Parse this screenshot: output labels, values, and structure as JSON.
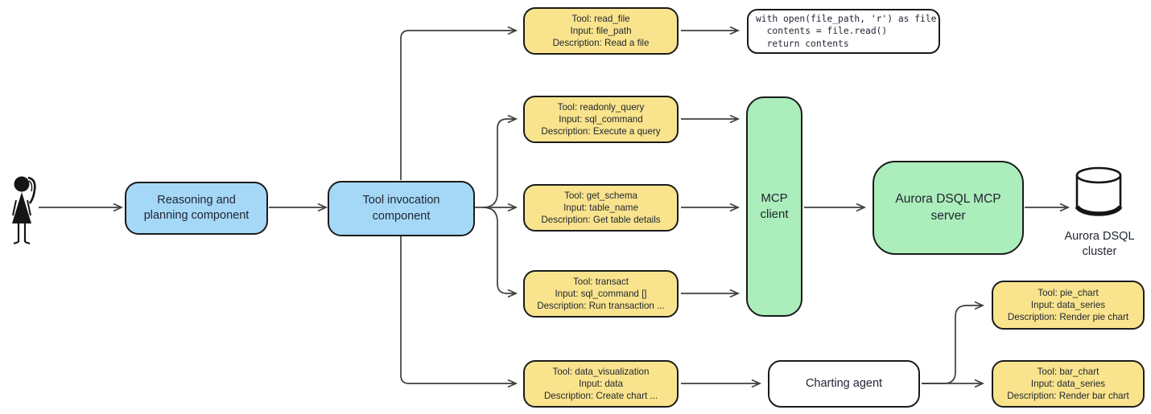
{
  "colors": {
    "bg": "#ffffff",
    "blue": "#a5d8f7",
    "yellow": "#f9e48d",
    "green": "#abedbb",
    "whitebox": "#ffffff",
    "border": "#1b1b1b",
    "arrow": "#3f3f3f",
    "text": "#1f2430"
  },
  "nodes": {
    "reasoning": {
      "label": "Reasoning and planning component"
    },
    "invocation": {
      "label": "Tool invocation component"
    },
    "read_file": {
      "tool": "Tool: read_file",
      "input": "Input: file_path",
      "description": "Description: Read a file"
    },
    "readonly_query": {
      "tool": "Tool: readonly_query",
      "input": "Input: sql_command",
      "description": "Description: Execute a query"
    },
    "get_schema": {
      "tool": "Tool: get_schema",
      "input": "Input: table_name",
      "description": "Description: Get table details"
    },
    "transact": {
      "tool": "Tool: transact",
      "input": "Input: sql_command []",
      "description": "Description: Run transaction ..."
    },
    "data_visualization": {
      "tool": "Tool: data_visualization",
      "input": "Input: data",
      "description": "Description: Create chart ..."
    },
    "code_snippet": {
      "lines": [
        "with open(file_path, 'r') as file:",
        "  contents = file.read()",
        "  return contents"
      ]
    },
    "mcp_client": {
      "label": "MCP client"
    },
    "aurora_server": {
      "label": "Aurora DSQL MCP server"
    },
    "aurora_cluster": {
      "label": "Aurora DSQL cluster"
    },
    "charting_agent": {
      "label": "Charting agent"
    },
    "pie_chart": {
      "tool": "Tool: pie_chart",
      "input": "Input: data_series",
      "description": "Description: Render pie chart"
    },
    "bar_chart": {
      "tool": "Tool: bar_chart",
      "input": "Input: data_series",
      "description": "Description: Render bar chart"
    }
  }
}
